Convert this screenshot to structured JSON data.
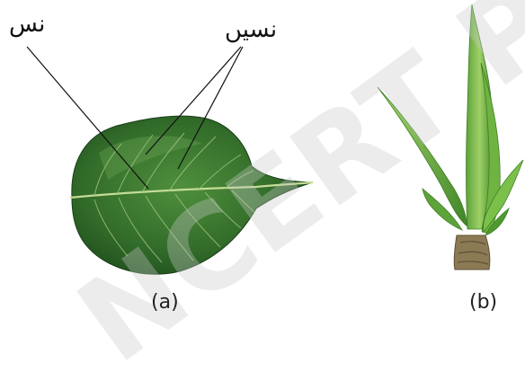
{
  "labels": {
    "vein": "نس",
    "veinlets": "نسیں"
  },
  "captions": {
    "a": "(a)",
    "b": "(b)"
  },
  "watermark": "NCERT Published",
  "colors": {
    "leaf_dark": "#1f4f1f",
    "leaf_mid": "#3f7d33",
    "leaf_light": "#7fb05a",
    "midrib": "#b8d48a",
    "grass_light": "#9fd067",
    "grass_dark": "#3d7f24",
    "stem": "#8c7a55"
  }
}
